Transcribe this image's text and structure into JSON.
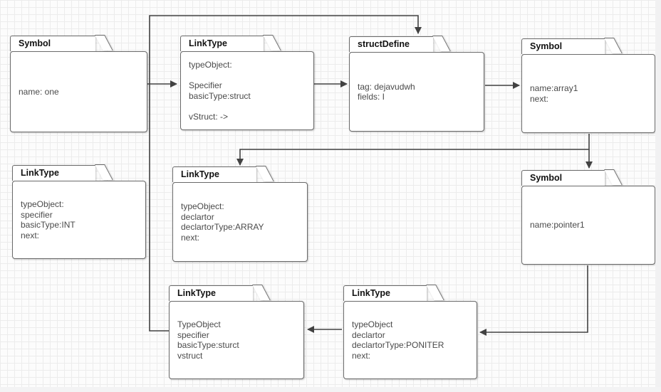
{
  "colors": {
    "node_fill": "#ffffff",
    "node_border": "#6a6a6a",
    "connector": "#424242",
    "grid_line": "#ececec",
    "canvas_bg": "#fcfcfc"
  },
  "nodes": {
    "symbol_one": {
      "title": "Symbol",
      "lines": [
        "name: one"
      ]
    },
    "linktype_struct": {
      "title": "LinkType",
      "lines": [
        "typeObject:",
        "",
        "Specifier",
        "basicType:struct",
        "",
        "vStruct: ->"
      ]
    },
    "struct_define": {
      "title": "structDefine",
      "lines": [
        "tag: dejavudwh",
        "fields: I"
      ]
    },
    "symbol_array1": {
      "title": "Symbol",
      "lines": [
        "name:array1",
        "next:"
      ]
    },
    "linktype_int": {
      "title": "LinkType",
      "lines": [
        "typeObject:",
        "specifier",
        "basicType:INT",
        "next:"
      ]
    },
    "linktype_array": {
      "title": "LinkType",
      "lines": [
        "typeObject:",
        "declartor",
        "declartorType:ARRAY",
        "next:"
      ]
    },
    "symbol_pointer1": {
      "title": "Symbol",
      "lines": [
        "name:pointer1"
      ]
    },
    "linktype_sturct": {
      "title": "LinkType",
      "lines": [
        "TypeObject",
        "specifier",
        "basicType:sturct",
        "vstruct"
      ]
    },
    "linktype_pointer": {
      "title": "LinkType",
      "lines": [
        "typeObject",
        "declartor",
        "declartorType:PONITER",
        "next:"
      ]
    }
  }
}
